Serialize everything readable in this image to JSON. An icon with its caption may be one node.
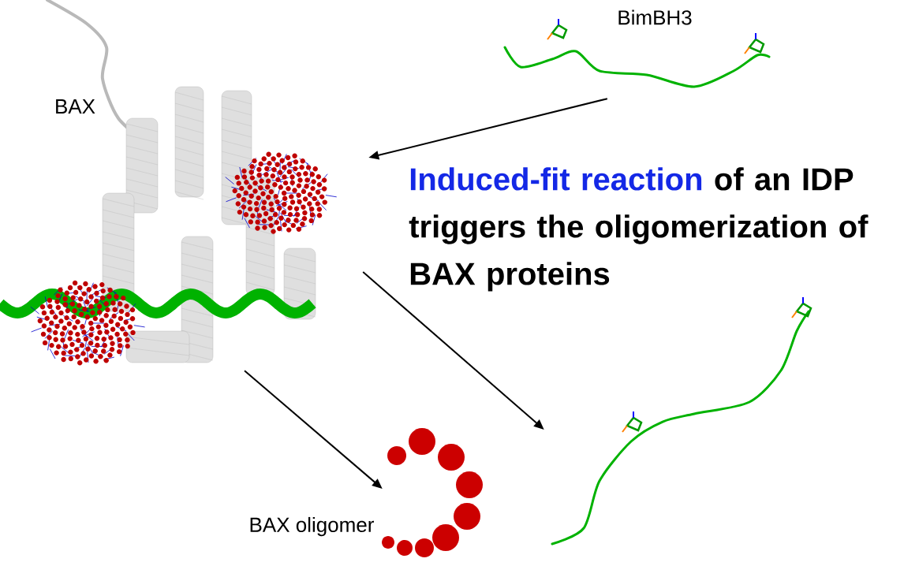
{
  "diagram": {
    "nodes": [
      {
        "text": [
          "BAX"
        ]
      },
      {
        "text": [],
        "shape": "picture",
        "beside": [
          "BimBH3"
        ]
      },
      {
        "text": [],
        "shape": "picture"
      },
      {
        "text": [],
        "shape": "picture",
        "beside": [
          "BAX oligomer"
        ]
      }
    ],
    "edges": [
      {
        "from": 1,
        "to": 0,
        "arrow": "to"
      },
      {
        "from": 0,
        "to": 2,
        "arrow": "to"
      },
      {
        "from": 0,
        "to": 3,
        "arrow": "to"
      }
    ],
    "labels": [
      "Induced-fit reaction",
      "of an IDP triggers the oligomerization of BAX proteins"
    ]
  }
}
